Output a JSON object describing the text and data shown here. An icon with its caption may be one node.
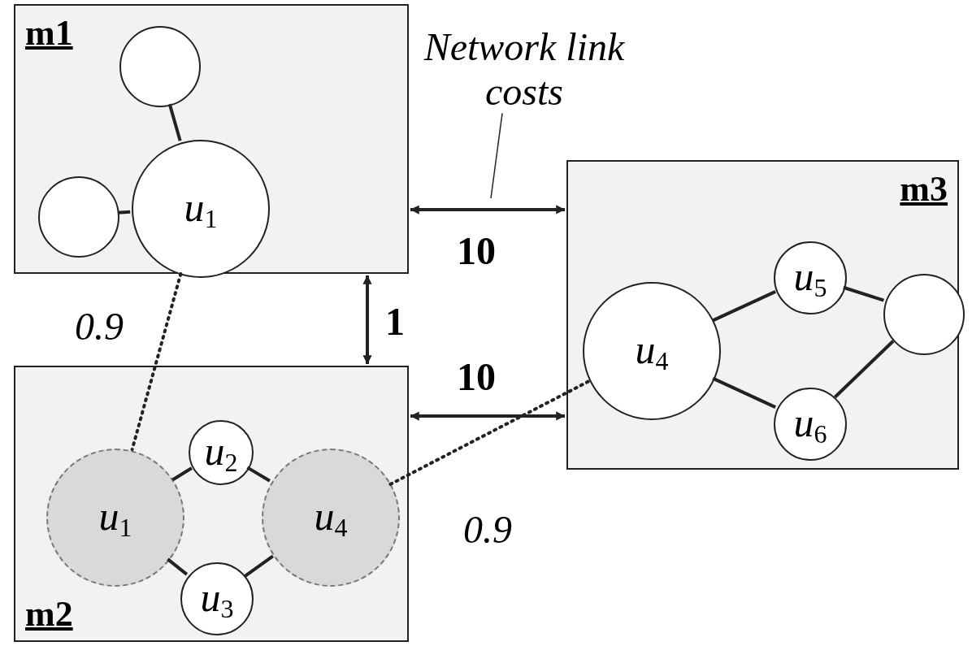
{
  "diagram": {
    "nodes": [
      {
        "text": [
          "m1"
        ]
      },
      {
        "text": [],
        "shape": "circle",
        "in": 0
      },
      {
        "text": [],
        "shape": "circle",
        "in": 0
      },
      {
        "text": [
          "u$_{1}$"
        ],
        "in": 0
      },
      {
        "text": [
          "m2"
        ]
      },
      {
        "text": [
          "u$_{1}$"
        ],
        "in": 4
      },
      {
        "text": [
          "u$_{2}$"
        ],
        "in": 4
      },
      {
        "text": [
          "u$_{3}$"
        ],
        "in": 4
      },
      {
        "text": [
          "u$_{4}$"
        ],
        "in": 4
      },
      {
        "text": [
          "m3"
        ]
      },
      {
        "text": [
          "u$_{4}$"
        ],
        "in": 9
      },
      {
        "text": [
          "u$_{5}$"
        ],
        "in": 9
      },
      {
        "text": [],
        "shape": "circle",
        "in": 9
      },
      {
        "text": [
          "u$_{6}$"
        ],
        "in": 9
      },
      {
        "text": [
          "Network link costs"
        ]
      }
    ],
    "edges": [
      {
        "from": 1,
        "to": 3,
        "arrow": "none"
      },
      {
        "from": 2,
        "to": 3,
        "arrow": "none"
      },
      {
        "from": 3,
        "to": 5,
        "arrow": "none",
        "style": "dashed",
        "label": "0.9"
      },
      {
        "from": 5,
        "to": 6,
        "arrow": "none"
      },
      {
        "from": 5,
        "to": 7,
        "arrow": "none"
      },
      {
        "from": 6,
        "to": 8,
        "arrow": "none"
      },
      {
        "from": 7,
        "to": 8,
        "arrow": "none"
      },
      {
        "from": 0,
        "to": 9,
        "arrow": "both",
        "label": "10"
      },
      {
        "from": 0,
        "to": 4,
        "arrow": "both",
        "label": "1"
      },
      {
        "from": 4,
        "to": 9,
        "arrow": "both",
        "label": "10"
      },
      {
        "from": 10,
        "to": 11,
        "arrow": "none"
      },
      {
        "from": 10,
        "to": 13,
        "arrow": "none"
      },
      {
        "from": 11,
        "to": 12,
        "arrow": "none"
      },
      {
        "from": 13,
        "to": 12,
        "arrow": "none"
      },
      {
        "from": 8,
        "to": 10,
        "arrow": "none",
        "style": "dashed",
        "label": "0.9"
      },
      {
        "from": 14,
        "to": null,
        "arrow": "none"
      }
    ]
  }
}
